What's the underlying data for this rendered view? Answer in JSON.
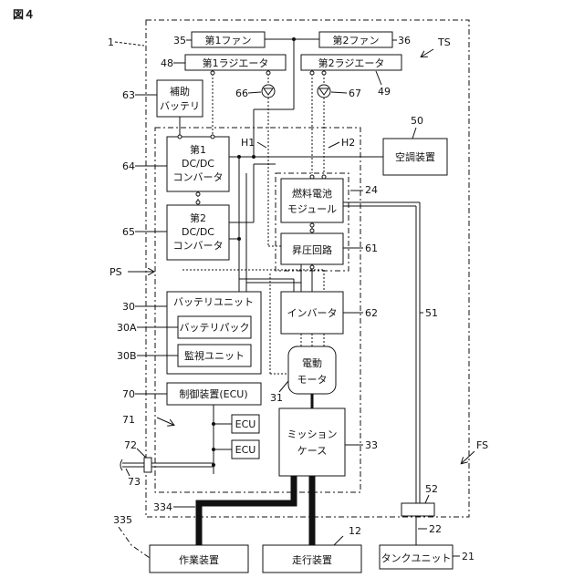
{
  "figure": {
    "title": "図４"
  },
  "boundaries": {
    "ts": "TS",
    "ps": "PS",
    "fs": "FS",
    "h1": "H1",
    "h2": "H2"
  },
  "components": {
    "fan1": "第1ファン",
    "fan2": "第2ファン",
    "radiator1": "第1ラジエータ",
    "radiator2": "第2ラジエータ",
    "aux_battery_1": "補助",
    "aux_battery_2": "バッテリ",
    "dcdc1_1": "第1",
    "dcdc1_2": "DC/DC",
    "dcdc1_3": "コンバータ",
    "dcdc2_1": "第2",
    "dcdc2_2": "DC/DC",
    "dcdc2_3": "コンバータ",
    "hvac": "空調装置",
    "fuel_cell_1": "燃料電池",
    "fuel_cell_2": "モジュール",
    "boost": "昇圧回路",
    "battery_unit": "バッテリユニット",
    "battery_pack": "バッテリパック",
    "monitor_unit": "監視ユニット",
    "inverter": "インバータ",
    "motor_1": "電動",
    "motor_2": "モータ",
    "ecu_main": "制御装置(ECU)",
    "ecu_a": "ECU",
    "ecu_b": "ECU",
    "mission_1": "ミッション",
    "mission_2": "ケース",
    "work_device": "作業装置",
    "travel_device": "走行装置",
    "tank_unit": "タンクユニット"
  },
  "refs": {
    "r1": "1",
    "r35": "35",
    "r36": "36",
    "r48": "48",
    "r49": "49",
    "r63": "63",
    "r66": "66",
    "r67": "67",
    "r50": "50",
    "r64": "64",
    "r65": "65",
    "r24": "24",
    "r61": "61",
    "r30": "30",
    "r30a": "30A",
    "r30b": "30B",
    "r62": "62",
    "r51": "51",
    "r70": "70",
    "r31": "31",
    "r71": "71",
    "r72": "72",
    "r73": "73",
    "r33": "33",
    "r334": "334",
    "r335": "335",
    "r12": "12",
    "r52": "52",
    "r22": "22",
    "r21": "21"
  }
}
